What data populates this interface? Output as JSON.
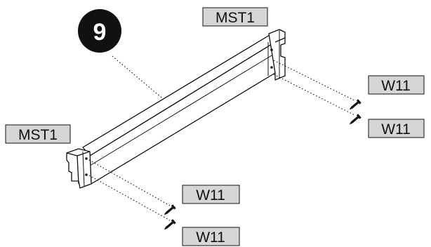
{
  "step": {
    "number": "9"
  },
  "labels": {
    "part_top": "MST1",
    "part_left": "MST1",
    "screw_1": "W11",
    "screw_2": "W11",
    "screw_3": "W11",
    "screw_4": "W11"
  },
  "colors": {
    "label_fill": "#d6d6d6",
    "line": "#111111",
    "step_badge": "#111111"
  }
}
